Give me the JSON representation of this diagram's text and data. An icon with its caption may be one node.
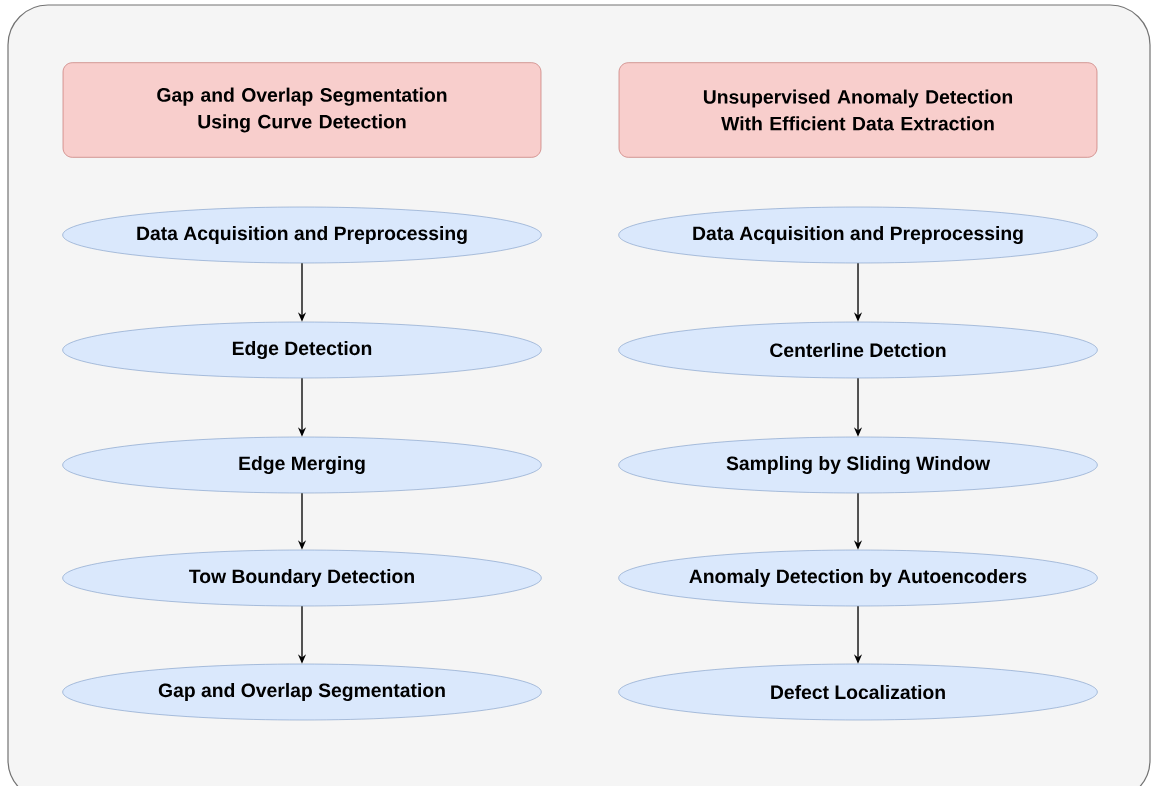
{
  "diagram": {
    "nodes": [
      {
        "text": [
          "Gap and Overlap Segmentation Using Curve Detection"
        ]
      },
      {
        "text": [
          "Data Acquisition and Preprocessing"
        ]
      },
      {
        "text": [
          "Edge Detection"
        ]
      },
      {
        "text": [
          "Edge Merging"
        ]
      },
      {
        "text": [
          "Tow Boundary Detection"
        ]
      },
      {
        "text": [
          "Gap and Overlap Segmentation"
        ]
      },
      {
        "text": [
          "Unsupervised Anomaly Detection With Efficient Data Extraction"
        ]
      },
      {
        "text": [
          "Data Acquisition and Preprocessing"
        ]
      },
      {
        "text": [
          "Centerline Detction"
        ]
      },
      {
        "text": [
          "Sampling by Sliding Window"
        ]
      },
      {
        "text": [
          "Anomaly Detection by Autoencoders"
        ]
      },
      {
        "text": [
          "Defect Localization"
        ]
      }
    ],
    "edges": [
      {
        "from": 1,
        "to": 2,
        "arrow": "to"
      },
      {
        "from": 2,
        "to": 3,
        "arrow": "to"
      },
      {
        "from": 3,
        "to": 4,
        "arrow": "to"
      },
      {
        "from": 4,
        "to": 5,
        "arrow": "to"
      },
      {
        "from": 7,
        "to": 8,
        "arrow": "to"
      },
      {
        "from": 8,
        "to": 9,
        "arrow": "to"
      },
      {
        "from": 9,
        "to": 10,
        "arrow": "to"
      },
      {
        "from": 10,
        "to": 11,
        "arrow": "to"
      }
    ]
  }
}
